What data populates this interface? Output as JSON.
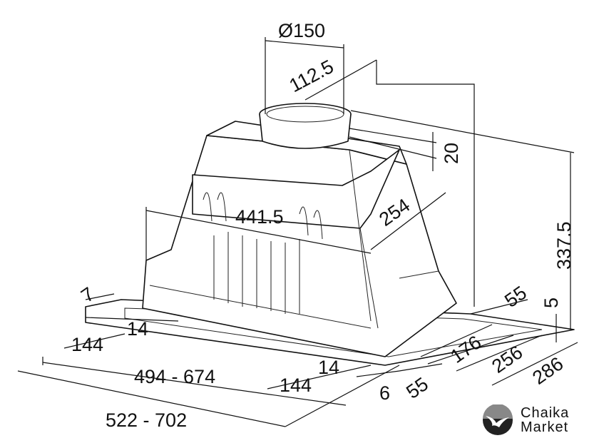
{
  "dimensions": {
    "duct_diameter": "Ø150",
    "duct_offset": "112.5",
    "collar_height": "20",
    "total_height": "337.5",
    "body_width": "441.5",
    "body_depth": "254",
    "flange_left_small": "7",
    "left_14": "14",
    "left_144": "144",
    "inner_width": "494 - 674",
    "outer_width": "522 - 702",
    "front_14": "14",
    "front_144": "144",
    "front_6": "6",
    "front_55": "55",
    "right_55": "55",
    "right_5": "5",
    "depth_176": "176",
    "depth_256": "256",
    "depth_286": "286"
  },
  "logo": {
    "line1": "Chaika",
    "line2": "Market"
  }
}
